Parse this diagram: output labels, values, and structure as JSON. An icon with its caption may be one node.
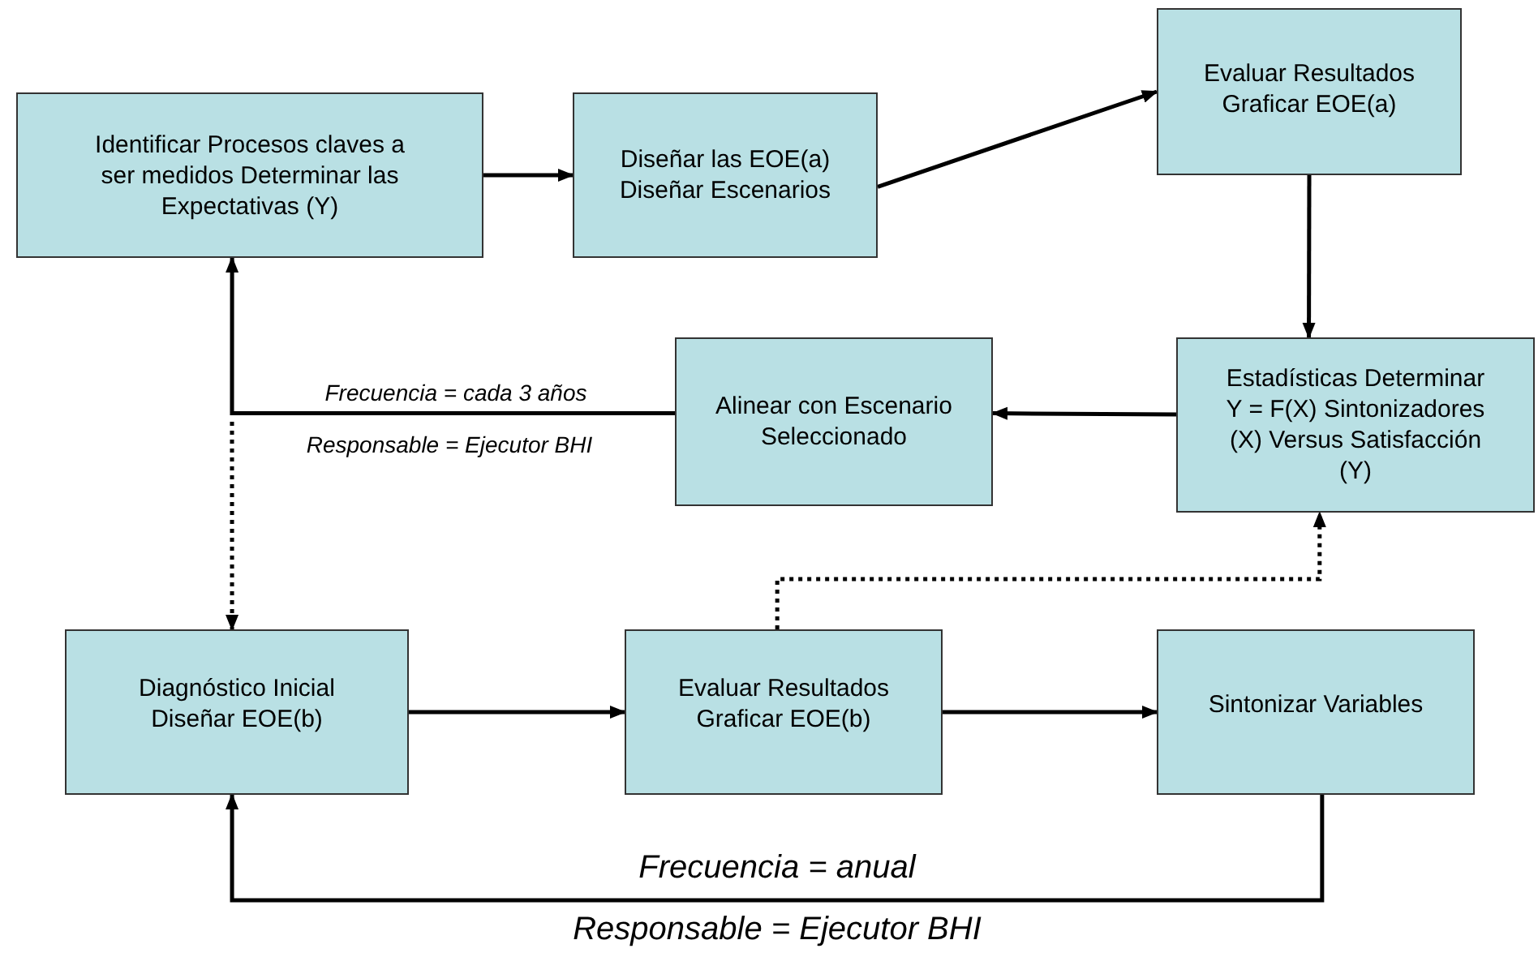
{
  "diagram": {
    "nodes": [
      {
        "text": [
          "Identificar Procesos claves a ser medidos Determinar las Expectativas (Y)"
        ]
      },
      {
        "text": [
          "Diseñar las EOE(a) Diseñar Escenarios"
        ]
      },
      {
        "text": [
          "Evaluar Resultados Graficar EOE(a)"
        ]
      },
      {
        "text": [
          "Estadísticas Determinar Y = F(X) Sintonizadores (X) Versus Satisfacción (Y)"
        ]
      },
      {
        "text": [
          "Alinear con Escenario Seleccionado"
        ]
      },
      {
        "text": [
          "Diagnóstico Inicial Diseñar EOE(b)"
        ]
      },
      {
        "text": [
          "Evaluar Resultados Graficar EOE(b)"
        ]
      },
      {
        "text": [
          "Sintonizar Variables"
        ]
      }
    ],
    "edges": [
      {
        "from": 0,
        "to": 1,
        "arrow": "to"
      },
      {
        "from": 1,
        "to": 2,
        "arrow": "to"
      },
      {
        "from": 2,
        "to": 3,
        "arrow": "to"
      },
      {
        "from": 3,
        "to": 4,
        "arrow": "to"
      },
      {
        "from": 4,
        "to": 0,
        "arrow": "to",
        "label": "Frecuencia = cada 3 años"
      },
      {
        "from": null,
        "to": 5,
        "arrow": "to",
        "style": "dashed"
      },
      {
        "from": 5,
        "to": 6,
        "arrow": "to"
      },
      {
        "from": 6,
        "to": 7,
        "arrow": "to"
      },
      {
        "from": 6,
        "to": 3,
        "arrow": "to",
        "style": "dashed"
      },
      {
        "from": 7,
        "to": 5,
        "arrow": "to",
        "label": "Frecuencia = anual"
      }
    ],
    "labels": [
      "Responsable = Ejecutor BHI",
      "Responsable = Ejecutor BHI"
    ]
  }
}
